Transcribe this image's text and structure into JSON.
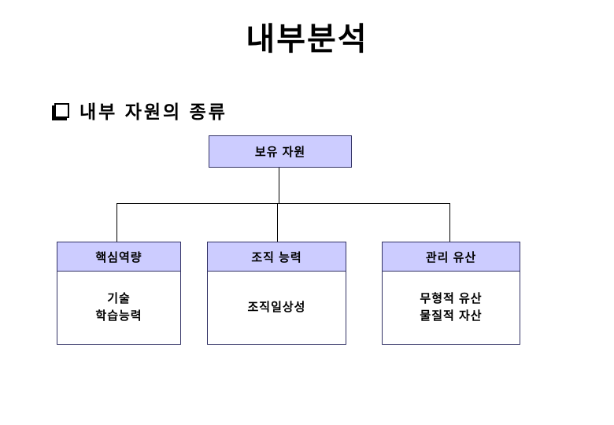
{
  "slide": {
    "title": "내부분석",
    "bullet": {
      "label": "내부 자원의 종류"
    },
    "colors": {
      "box_fill": "#ccccff",
      "box_border": "#333366",
      "connector_line": "#000000",
      "text": "#000000",
      "background": "#ffffff"
    },
    "diagram": {
      "root": {
        "label": "보유 자원"
      },
      "children": [
        {
          "header": "핵심역량",
          "body": "기술\n학습능력"
        },
        {
          "header": "조직 능력",
          "body": "조직일상성"
        },
        {
          "header": "관리 유산",
          "body": "무형적 유산\n물질적 자산"
        }
      ]
    }
  }
}
